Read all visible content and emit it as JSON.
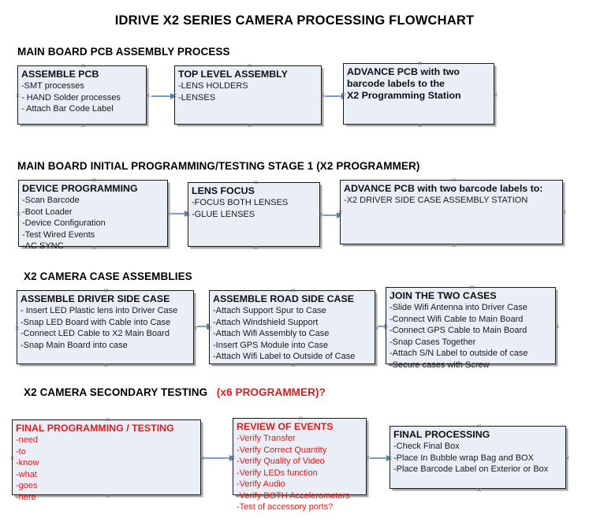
{
  "title": "IDRIVE X2  SERIES CAMERA PROCESSING FLOWCHART",
  "colors": {
    "box_fill": "#e9eef7",
    "box_border": "#1a1a1a",
    "shadow": "#a9a9a9",
    "arrow": "#7f9dc4",
    "red_text": "#e01b1b",
    "black_text": "#000000"
  },
  "sections": [
    {
      "heading": "MAIN BOARD PCB ASSEMBLY PROCESS",
      "heading_red": "",
      "boxes": [
        {
          "title": "ASSEMBLE PCB",
          "lines": [
            "-SMT processes",
            "- HAND Solder processes",
            "- Attach Bar Code Label"
          ]
        },
        {
          "title": "TOP LEVEL ASSEMBLY",
          "lines": [
            "-LENS HOLDERS",
            "-LENSES"
          ]
        },
        {
          "title": "ADVANCE PCB with two",
          "lines": [
            "barcode labels to the",
            " X2 Programming Station"
          ]
        }
      ]
    },
    {
      "heading": "MAIN BOARD INITIAL PROGRAMMING/TESTING STAGE 1 (X2 PROGRAMMER)",
      "heading_red": "",
      "boxes": [
        {
          "title": "DEVICE PROGRAMMING",
          "lines": [
            "-Scan Barcode",
            "-Boot Loader",
            "-Device Configuration",
            "-Test Wired Events",
            "-AC SYNC"
          ]
        },
        {
          "title": "LENS FOCUS",
          "lines": [
            "-FOCUS BOTH LENSES",
            "-GLUE LENSES"
          ]
        },
        {
          "title": "ADVANCE PCB with two barcode labels to:",
          "lines": [
            "-X2 DRIVER  SIDE  CASE  ASSEMBLY STATION"
          ]
        }
      ]
    },
    {
      "heading": "X2 CAMERA CASE ASSEMBLIES",
      "heading_red": "",
      "boxes": [
        {
          "title": "ASSEMBLE DRIVER SIDE CASE",
          "lines": [
            "- Insert LED Plastic lens into Driver Case",
            "-Snap LED Board with Cable into Case",
            "-Connect LED Cable to X2 Main Board",
            "-Snap Main Board into case"
          ]
        },
        {
          "title": "ASSEMBLE ROAD SIDE CASE",
          "lines": [
            "-Attach Support Spur to Case",
            "-Attach Windshield Support",
            "-Attach Wifi Assembly to Case",
            "-Insert GPS Module into Case",
            "-Attach Wifi Label to Outside of Case"
          ]
        },
        {
          "title": "JOIN THE TWO CASES",
          "lines": [
            "-Slide Wifi Antenna into Driver Case",
            "-Connect Wifi Cable to Main Board",
            "-Connect GPS Cable to Main Board",
            "-Snap Cases Together",
            "-Attach S/N Label to outside of case",
            "-Secure cases with Screw"
          ]
        }
      ]
    },
    {
      "heading": "X2 CAMERA SECONDARY TESTING",
      "heading_red": "(x6 PROGRAMMER)?",
      "boxes": [
        {
          "title": "FINAL PROGRAMMING / TESTING",
          "lines": [
            "-need",
            "-to",
            "-know",
            "-what",
            "-goes",
            "-here"
          ]
        },
        {
          "title": "REVIEW OF EVENTS",
          "lines": [
            "-Verify Transfer",
            "-Verify Correct Quantity",
            "-Verify Quality of Video",
            "-Verify LEDs function",
            "-Verify Audio",
            "-Verify BOTH Accelerometers",
            "-Test of accessory ports?"
          ]
        },
        {
          "title": "FINAL PROCESSING",
          "lines": [
            " -Check Final Box",
            "-Place In Bubble wrap Bag and BOX",
            "-Place Barcode Label on Exterior or Box"
          ]
        }
      ]
    }
  ]
}
